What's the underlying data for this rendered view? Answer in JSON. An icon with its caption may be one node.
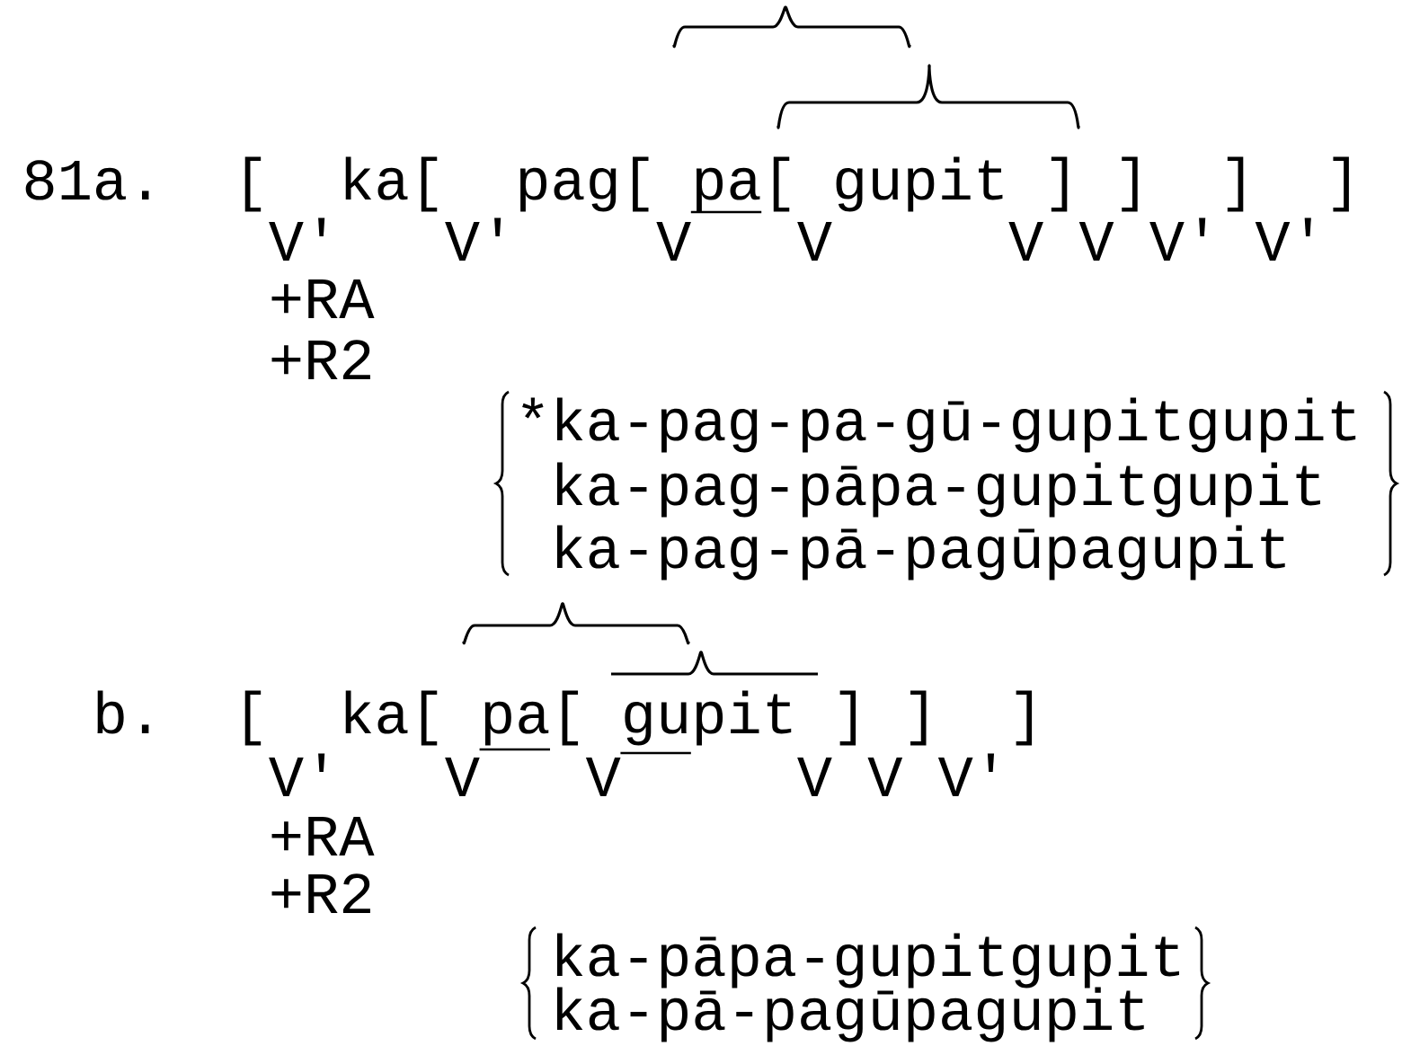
{
  "diagram": {
    "labels": [
      "81a.",
      "[",
      "ka[",
      "pag[",
      "pa[",
      "gupit",
      "]",
      "]",
      "]",
      "]",
      "V'",
      "V'",
      "V",
      "V",
      "V",
      "V",
      "V'",
      "V'",
      "+RA",
      "+R2",
      "*ka-pag-pa-gū-gupitgupit",
      "ka-pag-pāpa-gupitgupit",
      "ka-pag-pā-pagūpagupit",
      "b.",
      "[",
      "ka[",
      "pa[",
      "gupit",
      "]",
      "]",
      "]",
      "V'",
      "V",
      "V",
      "V",
      "V",
      "V'",
      "+RA",
      "+R2",
      "ka-pāpa-gupitgupit",
      "ka-pā-pagūpagupit"
    ]
  }
}
